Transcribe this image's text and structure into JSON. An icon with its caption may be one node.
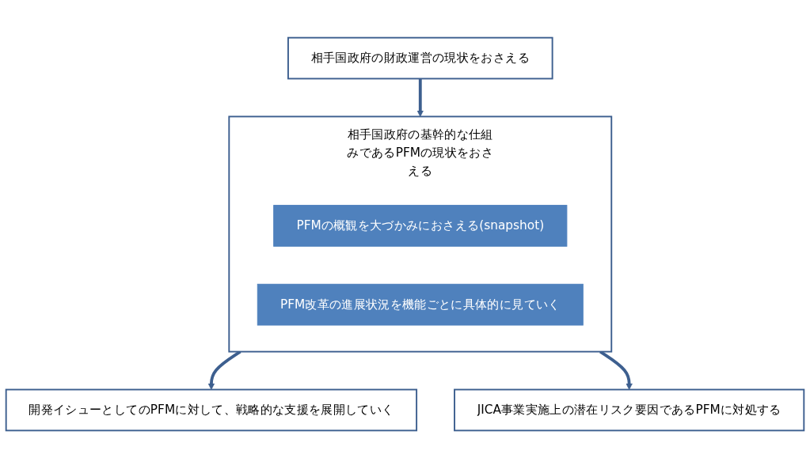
{
  "diagram": {
    "nodes": [
      {
        "text": [
          "相手国政府の財政運営の現状をおさえる"
        ]
      },
      {
        "text": [
          "相手国政府の基幹的な仕組みであるPFMの現状をおさえる"
        ]
      },
      {
        "text": [
          "PFMの概観を大づかみにおさえる(snapshot)"
        ],
        "in": 1
      },
      {
        "text": [
          "PFM改革の進展状況を機能ごとに具体的に見ていく"
        ],
        "in": 1
      },
      {
        "text": [
          "開発イシューとしてのPFMに対して、戦略的な支援を展開していく"
        ]
      },
      {
        "text": [
          "JICA事業実施上の潜在リスク要因であるPFMに対処する"
        ]
      }
    ],
    "edges": [
      {
        "from": 0,
        "to": 1,
        "arrow": "to"
      },
      {
        "from": 1,
        "to": 4,
        "arrow": "to"
      },
      {
        "from": 1,
        "to": 5,
        "arrow": "to"
      }
    ]
  }
}
